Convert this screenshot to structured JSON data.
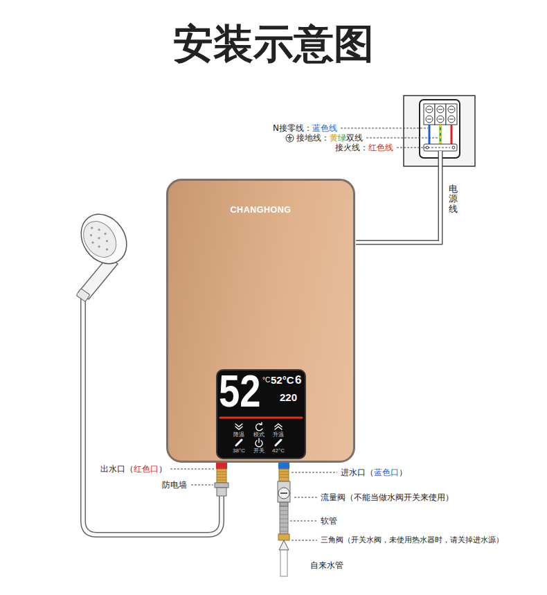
{
  "diagram": {
    "title": "安装示意图",
    "nodes": [
      {
        "text": [
          "CHANGHONG"
        ]
      },
      {
        "text": [
          "52",
          "°C",
          "52°C",
          "6",
          "220",
          "降温",
          "模式",
          "升温",
          "38°C",
          "开关",
          "42°C"
        ],
        "in": 0
      }
    ],
    "labels": [
      "N接零线：",
      "蓝色线",
      "接地线：",
      "黄",
      "绿",
      "双线",
      "接火线：",
      "红色线",
      "电源线",
      "出水口（",
      "红色口",
      "）",
      "防电墙",
      "进水口（",
      "蓝色口",
      "）",
      "流量阀（不能当做水阀开关来使用）",
      "软管",
      "三角阀（开关水阀，未使用热水器时，请关掉进水源）",
      "自来水管"
    ]
  }
}
